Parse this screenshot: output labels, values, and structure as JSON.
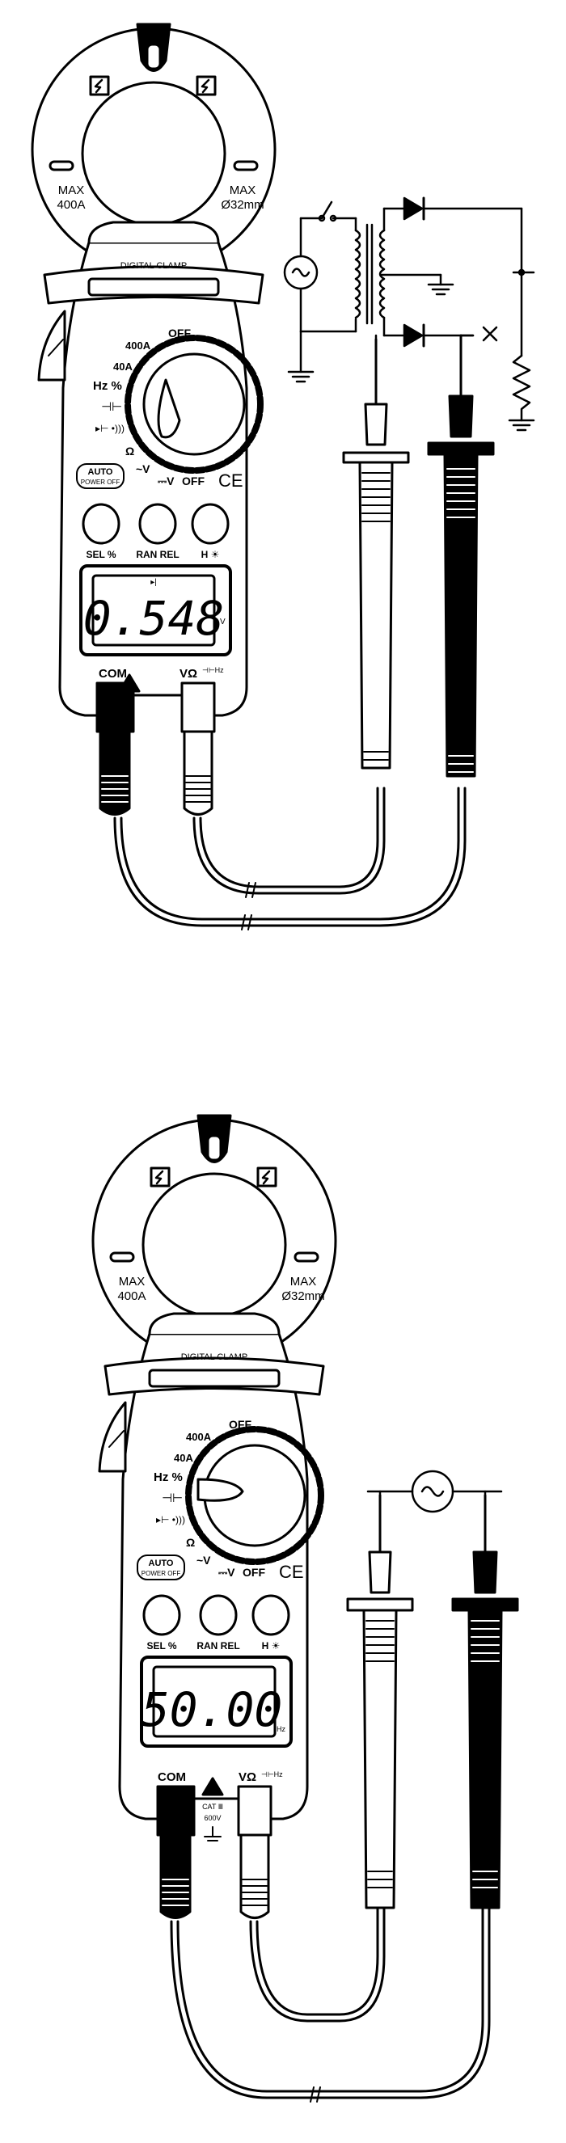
{
  "diagram_1": {
    "clamp": {
      "max_current": "MAX\n400A",
      "max_current_l1": "MAX",
      "max_current_l2": "400A",
      "max_diameter_l1": "MAX",
      "max_diameter_l2": "Ø32mm",
      "brand": "DIGITAL CLAMP"
    },
    "dial": {
      "ac400": "400A",
      "ac40": "40A",
      "hz": "Hz %",
      "cap": "⊣⊢",
      "diode": "▸⊢ •)))",
      "ohm": "Ω",
      "acv": "~V",
      "dcv": "⎓V",
      "off_top": "OFF",
      "off_bottom": "OFF"
    },
    "auto_power_off": {
      "l1": "AUTO",
      "l2": "POWER OFF"
    },
    "ce_mark": "CE",
    "buttons": [
      {
        "label": "SEL %"
      },
      {
        "label": "RAN REL"
      },
      {
        "label": "H ☀"
      }
    ],
    "display": {
      "reading": "0.548",
      "unit": "V",
      "indicator": "▸|"
    },
    "jacks": {
      "com": "COM",
      "vohm": "VΩ",
      "cap_hz": "⊣⊢Hz"
    },
    "circuit": {
      "source_symbol": "~",
      "open_mark": "×"
    }
  },
  "diagram_2": {
    "clamp": {
      "max_current_l1": "MAX",
      "max_current_l2": "400A",
      "max_diameter_l1": "MAX",
      "max_diameter_l2": "Ø32mm",
      "brand": "DIGITAL CLAMP"
    },
    "dial": {
      "ac400": "400A",
      "ac40": "40A",
      "hz": "Hz %",
      "cap": "⊣⊢",
      "diode": "▸⊢ •)))",
      "ohm": "Ω",
      "acv": "~V",
      "dcv": "⎓V",
      "off_top": "OFF",
      "off_bottom": "OFF"
    },
    "auto_power_off": {
      "l1": "AUTO",
      "l2": "POWER OFF"
    },
    "ce_mark": "CE",
    "buttons": [
      {
        "label": "SEL %"
      },
      {
        "label": "RAN REL"
      },
      {
        "label": "H ☀"
      }
    ],
    "display": {
      "reading": "50.00",
      "unit": "Hz"
    },
    "jacks": {
      "com": "COM",
      "vohm": "VΩ",
      "cap_hz": "⊣⊢Hz",
      "cat_l1": "CAT Ⅲ",
      "cat_l2": "600V"
    },
    "circuit": {
      "source_symbol": "~"
    }
  },
  "colors": {
    "ink": "#000000",
    "paper": "#ffffff",
    "lcd": "#ffffff"
  }
}
